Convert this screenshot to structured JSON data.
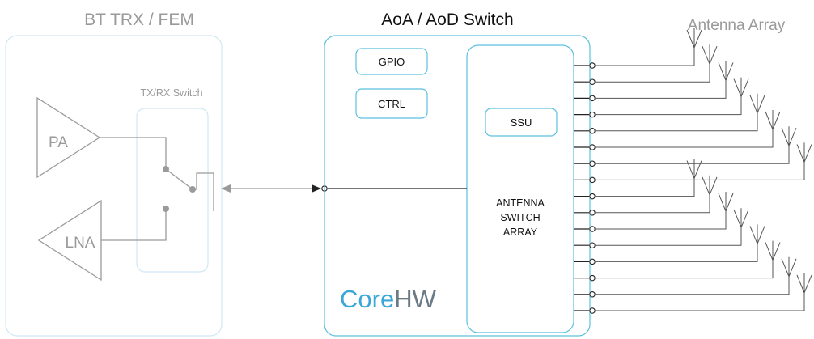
{
  "fem": {
    "title": "BT TRX / FEM",
    "switch_label": "TX/RX Switch",
    "pa_label": "PA",
    "lna_label": "LNA"
  },
  "aoa": {
    "title": "AoA / AoD Switch",
    "gpio_label": "GPIO",
    "ctrl_label": "CTRL",
    "ssu_label": "SSU",
    "array_label_line1": "ANTENNA",
    "array_label_line2": "SWITCH",
    "array_label_line3": "ARRAY",
    "logo_text": "CoreHW"
  },
  "antenna": {
    "title": "Antenna Array",
    "count": 16
  },
  "colors": {
    "box_outline": "#5bc0de",
    "gray": "#9a9a9a",
    "dark": "#222222",
    "logo_core": "#3aa7d6",
    "logo_hw": "#6b7b86"
  }
}
